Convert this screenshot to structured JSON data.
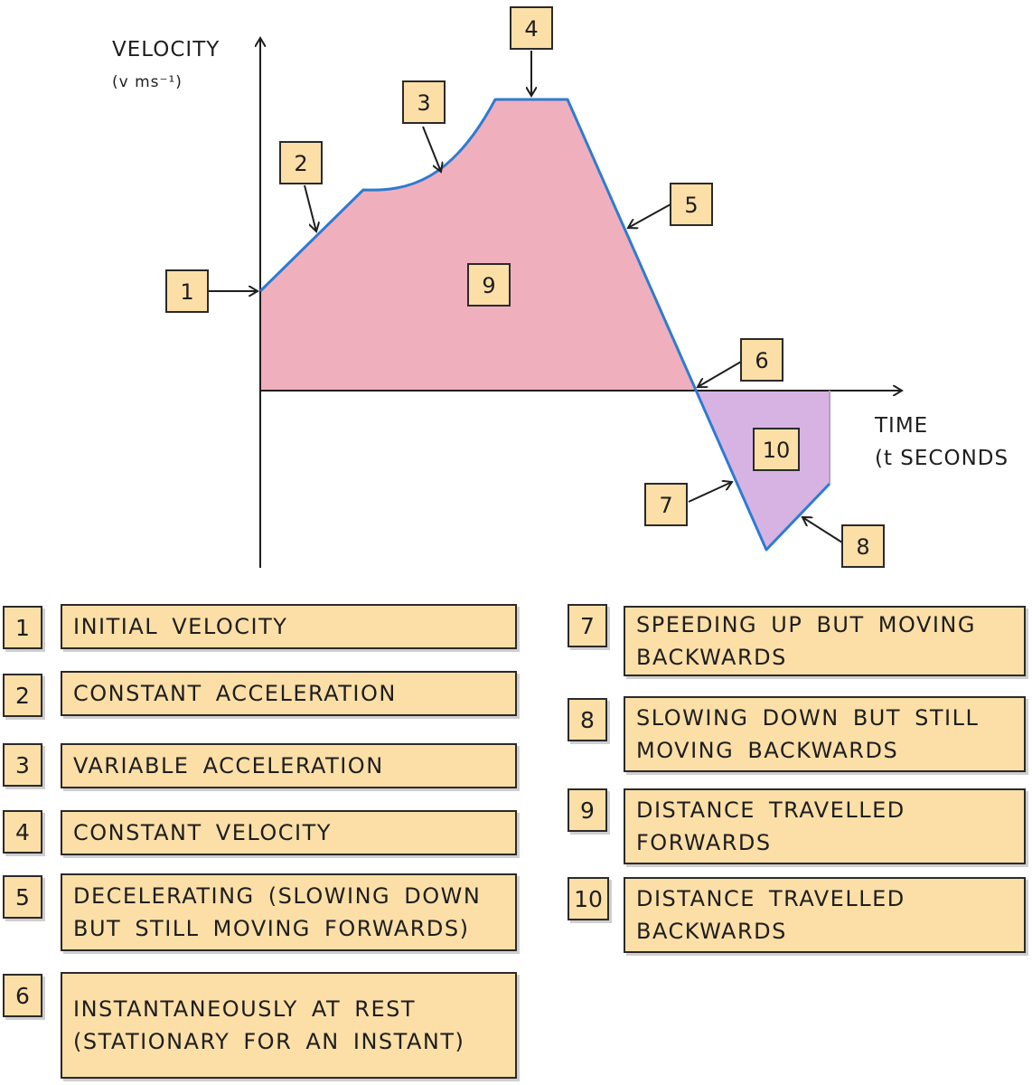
{
  "axes": {
    "y_label": "VELOCITY",
    "y_unit": "(v ms⁻¹)",
    "x_label": "TIME",
    "x_unit": "(t SECONDS"
  },
  "markers": {
    "m1": "1",
    "m2": "2",
    "m3": "3",
    "m4": "4",
    "m5": "5",
    "m6": "6",
    "m7": "7",
    "m8": "8",
    "m9": "9",
    "m10": "10"
  },
  "colors": {
    "forward_area": "#f0afbd",
    "backward_area": "#d7b3e4",
    "curve": "#2d7bd1",
    "label_fill": "#fbdfa7"
  },
  "key": [
    {
      "num": "1",
      "text": "INITIAL VELOCITY"
    },
    {
      "num": "2",
      "text": "CONSTANT ACCELERATION"
    },
    {
      "num": "3",
      "text": "VARIABLE ACCELERATION"
    },
    {
      "num": "4",
      "text": "CONSTANT VELOCITY"
    },
    {
      "num": "5",
      "text": "DECELERATING (SLOWING DOWN BUT STILL MOVING FORWARDS)"
    },
    {
      "num": "6",
      "text": "INSTANTANEOUSLY AT REST (STATIONARY FOR AN INSTANT)"
    },
    {
      "num": "7",
      "text": "SPEEDING UP BUT MOVING BACKWARDS"
    },
    {
      "num": "8",
      "text": "SLOWING DOWN BUT STILL MOVING BACKWARDS"
    },
    {
      "num": "9",
      "text": "DISTANCE TRAVELLED FORWARDS"
    },
    {
      "num": "10",
      "text": "DISTANCE TRAVELLED BACKWARDS"
    }
  ]
}
